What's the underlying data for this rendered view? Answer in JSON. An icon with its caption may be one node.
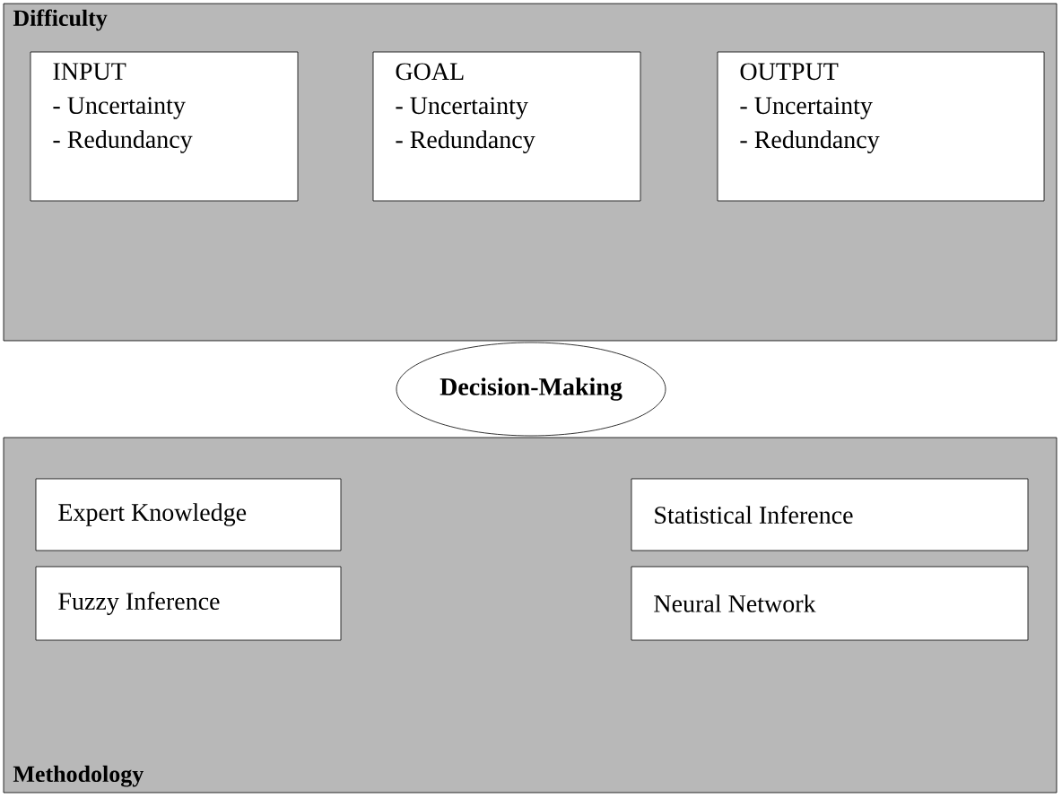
{
  "diagram": {
    "nodes": [
      {
        "text": [
          "Difficulty"
        ]
      },
      {
        "text": [
          "INPUT",
          "- Uncertainty",
          "- Redundancy"
        ],
        "in": 0
      },
      {
        "text": [
          "GOAL",
          "- Uncertainty",
          "- Redundancy"
        ],
        "in": 0
      },
      {
        "text": [
          "OUTPUT",
          "- Uncertainty",
          "- Redundancy"
        ],
        "in": 0
      },
      {
        "text": [
          "Decision-Making"
        ]
      },
      {
        "text": [
          "Methodology"
        ]
      },
      {
        "text": [
          "Expert Knowledge"
        ],
        "in": 5
      },
      {
        "text": [
          "Statistical Inference"
        ],
        "in": 5
      },
      {
        "text": [
          "Fuzzy Inference"
        ],
        "in": 5
      },
      {
        "text": [
          "Neural Network"
        ],
        "in": 5
      }
    ]
  }
}
